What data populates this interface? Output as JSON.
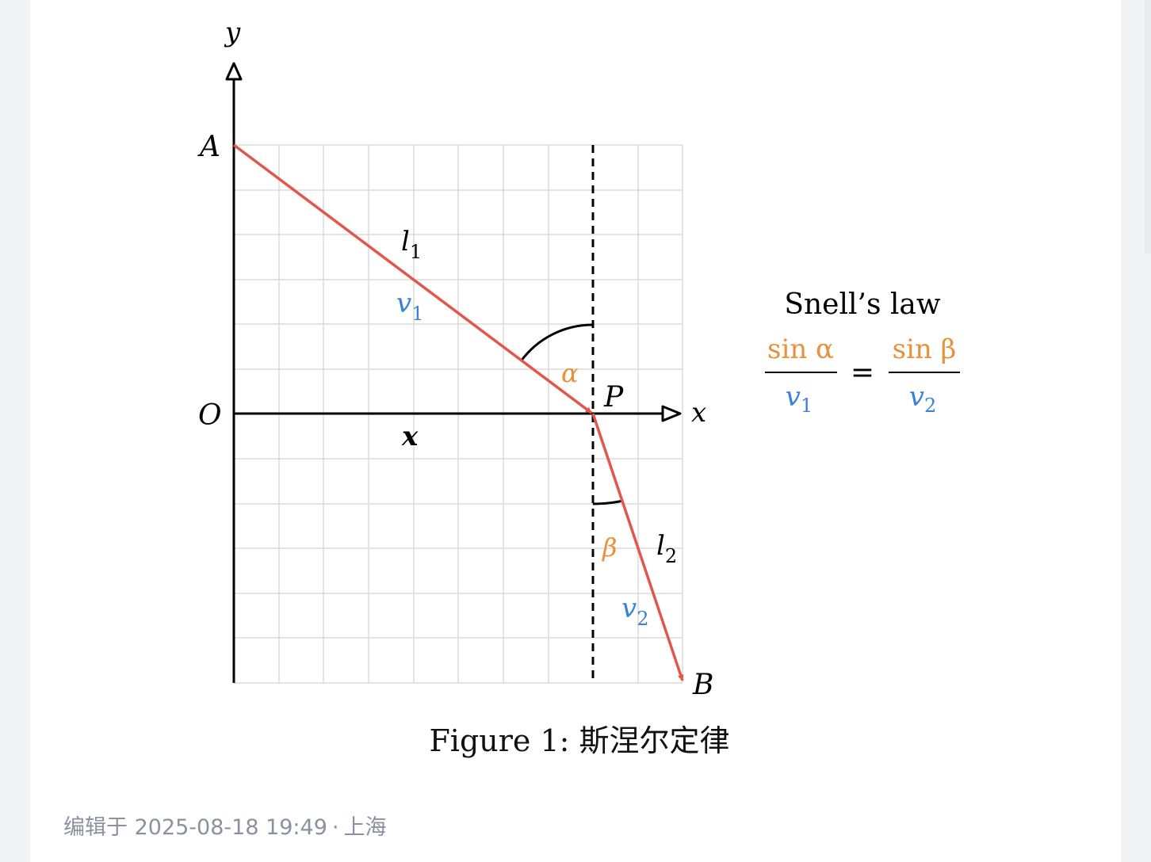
{
  "figure": {
    "caption": "Figure 1: 斯涅尔定律",
    "labels": {
      "y_axis": "y",
      "x_axis": "x",
      "origin": "O",
      "point_a": "A",
      "point_p": "P",
      "point_b": "B",
      "segment_1": "l",
      "segment_1_sub": "1",
      "segment_2": "l",
      "segment_2_sub": "2",
      "velocity_1": "v",
      "velocity_1_sub": "1",
      "velocity_2": "v",
      "velocity_2_sub": "2",
      "angle_alpha": "α",
      "angle_beta": "β",
      "distance_x": "x"
    },
    "formula": {
      "title": "Snell’s law",
      "numerator_left": "sin α",
      "denominator_left_v": "v",
      "denominator_left_sub": "1",
      "equals": "=",
      "numerator_right": "sin β",
      "denominator_right_v": "v",
      "denominator_right_sub": "2"
    },
    "colors": {
      "ray": "#e2574c",
      "angle": "#e8903a",
      "velocity": "#3a82d8",
      "grid": "#dcdcdc",
      "axis": "#000000"
    }
  },
  "footer": {
    "edited": "编辑于 2025-08-18 19:49",
    "separator": "·",
    "location": "上海"
  }
}
